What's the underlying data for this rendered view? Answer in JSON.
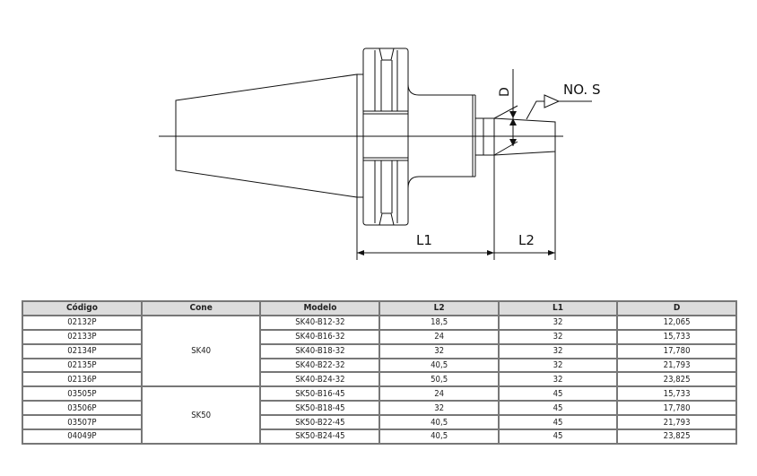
{
  "drawing": {
    "labels": {
      "L1": "L1",
      "L2": "L2",
      "D": "D",
      "taper": "NO. S"
    }
  },
  "table": {
    "headers": [
      "Código",
      "Cone",
      "Modelo",
      "L2",
      "L1",
      "D"
    ],
    "groups": [
      {
        "cone": "SK40",
        "rows": [
          {
            "codigo": "02132P",
            "modelo": "SK40-B12-32",
            "l2": "18,5",
            "l1": "32",
            "d": "12,065"
          },
          {
            "codigo": "02133P",
            "modelo": "SK40-B16-32",
            "l2": "24",
            "l1": "32",
            "d": "15,733"
          },
          {
            "codigo": "02134P",
            "modelo": "SK40-B18-32",
            "l2": "32",
            "l1": "32",
            "d": "17,780"
          },
          {
            "codigo": "02135P",
            "modelo": "SK40-B22-32",
            "l2": "40,5",
            "l1": "32",
            "d": "21,793"
          },
          {
            "codigo": "02136P",
            "modelo": "SK40-B24-32",
            "l2": "50,5",
            "l1": "32",
            "d": "23,825"
          }
        ]
      },
      {
        "cone": "SK50",
        "rows": [
          {
            "codigo": "03505P",
            "modelo": "SK50-B16-45",
            "l2": "24",
            "l1": "45",
            "d": "15,733"
          },
          {
            "codigo": "03506P",
            "modelo": "SK50-B18-45",
            "l2": "32",
            "l1": "45",
            "d": "17,780"
          },
          {
            "codigo": "03507P",
            "modelo": "SK50-B22-45",
            "l2": "40,5",
            "l1": "45",
            "d": "21,793"
          },
          {
            "codigo": "04049P",
            "modelo": "SK50-B24-45",
            "l2": "40,5",
            "l1": "45",
            "d": "23,825"
          }
        ]
      }
    ]
  }
}
